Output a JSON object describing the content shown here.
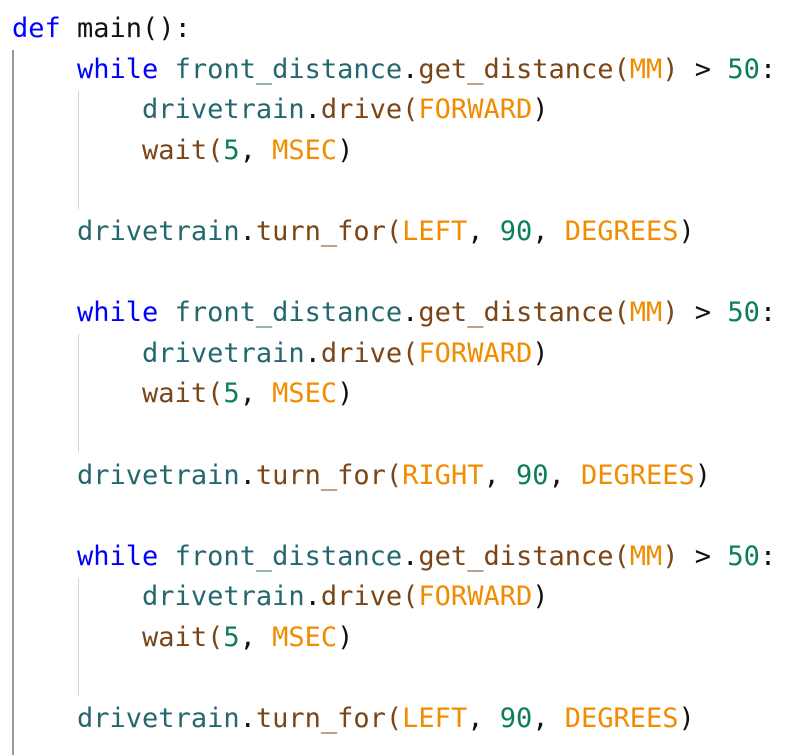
{
  "code_lines": [
    [
      [
        "def",
        "kw"
      ],
      [
        " main():",
        "plain"
      ]
    ],
    [
      [
        "    ",
        "plain"
      ],
      [
        "while",
        "kw"
      ],
      [
        " ",
        "plain"
      ],
      [
        "front_distance",
        "id"
      ],
      [
        ".",
        "plain"
      ],
      [
        "get_distance",
        "fn"
      ],
      [
        "(",
        "fn"
      ],
      [
        "MM",
        "const"
      ],
      [
        ")",
        "fn"
      ],
      [
        " > ",
        "plain"
      ],
      [
        "50",
        "num"
      ],
      [
        ":",
        "plain"
      ]
    ],
    [
      [
        "        ",
        "plain"
      ],
      [
        "drivetrain",
        "id"
      ],
      [
        ".",
        "plain"
      ],
      [
        "drive",
        "fn"
      ],
      [
        "(",
        "fn"
      ],
      [
        "FORWARD",
        "const"
      ],
      [
        ")",
        "plain"
      ]
    ],
    [
      [
        "        ",
        "plain"
      ],
      [
        "wait",
        "fn"
      ],
      [
        "(",
        "fn"
      ],
      [
        "5",
        "num"
      ],
      [
        ", ",
        "plain"
      ],
      [
        "MSEC",
        "const"
      ],
      [
        ")",
        "plain"
      ]
    ],
    [],
    [
      [
        "    ",
        "plain"
      ],
      [
        "drivetrain",
        "id"
      ],
      [
        ".",
        "plain"
      ],
      [
        "turn_for",
        "fn"
      ],
      [
        "(",
        "fn"
      ],
      [
        "LEFT",
        "const"
      ],
      [
        ", ",
        "plain"
      ],
      [
        "90",
        "num"
      ],
      [
        ", ",
        "plain"
      ],
      [
        "DEGREES",
        "const"
      ],
      [
        ")",
        "plain"
      ]
    ],
    [],
    [
      [
        "    ",
        "plain"
      ],
      [
        "while",
        "kw"
      ],
      [
        " ",
        "plain"
      ],
      [
        "front_distance",
        "id"
      ],
      [
        ".",
        "plain"
      ],
      [
        "get_distance",
        "fn"
      ],
      [
        "(",
        "fn"
      ],
      [
        "MM",
        "const"
      ],
      [
        ")",
        "fn"
      ],
      [
        " > ",
        "plain"
      ],
      [
        "50",
        "num"
      ],
      [
        ":",
        "plain"
      ]
    ],
    [
      [
        "        ",
        "plain"
      ],
      [
        "drivetrain",
        "id"
      ],
      [
        ".",
        "plain"
      ],
      [
        "drive",
        "fn"
      ],
      [
        "(",
        "fn"
      ],
      [
        "FORWARD",
        "const"
      ],
      [
        ")",
        "plain"
      ]
    ],
    [
      [
        "        ",
        "plain"
      ],
      [
        "wait",
        "fn"
      ],
      [
        "(",
        "fn"
      ],
      [
        "5",
        "num"
      ],
      [
        ", ",
        "plain"
      ],
      [
        "MSEC",
        "const"
      ],
      [
        ")",
        "plain"
      ]
    ],
    [],
    [
      [
        "    ",
        "plain"
      ],
      [
        "drivetrain",
        "id"
      ],
      [
        ".",
        "plain"
      ],
      [
        "turn_for",
        "fn"
      ],
      [
        "(",
        "fn"
      ],
      [
        "RIGHT",
        "const"
      ],
      [
        ", ",
        "plain"
      ],
      [
        "90",
        "num"
      ],
      [
        ", ",
        "plain"
      ],
      [
        "DEGREES",
        "const"
      ],
      [
        ")",
        "plain"
      ]
    ],
    [],
    [
      [
        "    ",
        "plain"
      ],
      [
        "while",
        "kw"
      ],
      [
        " ",
        "plain"
      ],
      [
        "front_distance",
        "id"
      ],
      [
        ".",
        "plain"
      ],
      [
        "get_distance",
        "fn"
      ],
      [
        "(",
        "fn"
      ],
      [
        "MM",
        "const"
      ],
      [
        ")",
        "fn"
      ],
      [
        " > ",
        "plain"
      ],
      [
        "50",
        "num"
      ],
      [
        ":",
        "plain"
      ]
    ],
    [
      [
        "        ",
        "plain"
      ],
      [
        "drivetrain",
        "id"
      ],
      [
        ".",
        "plain"
      ],
      [
        "drive",
        "fn"
      ],
      [
        "(",
        "fn"
      ],
      [
        "FORWARD",
        "const"
      ],
      [
        ")",
        "plain"
      ]
    ],
    [
      [
        "        ",
        "plain"
      ],
      [
        "wait",
        "fn"
      ],
      [
        "(",
        "fn"
      ],
      [
        "5",
        "num"
      ],
      [
        ", ",
        "plain"
      ],
      [
        "MSEC",
        "const"
      ],
      [
        ")",
        "plain"
      ]
    ],
    [],
    [
      [
        "    ",
        "plain"
      ],
      [
        "drivetrain",
        "id"
      ],
      [
        ".",
        "plain"
      ],
      [
        "turn_for",
        "fn"
      ],
      [
        "(",
        "fn"
      ],
      [
        "LEFT",
        "const"
      ],
      [
        ", ",
        "plain"
      ],
      [
        "90",
        "num"
      ],
      [
        ", ",
        "plain"
      ],
      [
        "DEGREES",
        "const"
      ],
      [
        ")",
        "plain"
      ]
    ]
  ]
}
